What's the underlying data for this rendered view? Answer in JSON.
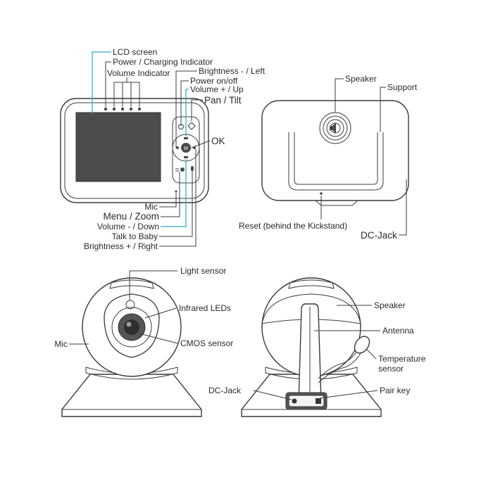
{
  "monitor_front": {
    "lcd_screen": "LCD screen",
    "power_charging_indicator": "Power / Charging Indicator",
    "volume_indicator": "Volume Indicator",
    "brightness_left": "Brightness - / Left",
    "power_on_off": "Power on/off",
    "volume_up": "Volume + / Up",
    "pan_tilt": "Pan / Tilt",
    "ok": "OK",
    "mic": "Mic",
    "menu_zoom": "Menu / Zoom",
    "volume_down": "Volume - / Down",
    "talk_to_baby": "Talk to Baby",
    "brightness_right": "Brightness + / Right"
  },
  "monitor_back": {
    "speaker": "Speaker",
    "support": "Support",
    "reset": "Reset (behind the Kickstand)",
    "dc_jack": "DC-Jack"
  },
  "camera_front": {
    "light_sensor": "Light sensor",
    "infrared_leds": "Infrared LEDs",
    "cmos_sensor": "CMOS sensor",
    "mic": "Mic"
  },
  "camera_back": {
    "speaker": "Speaker",
    "antenna": "Antenna",
    "temperature_sensor_line1": "Temperature",
    "temperature_sensor_line2": "sensor",
    "dc_jack": "DC-Jack",
    "pair_key": "Pair key"
  }
}
